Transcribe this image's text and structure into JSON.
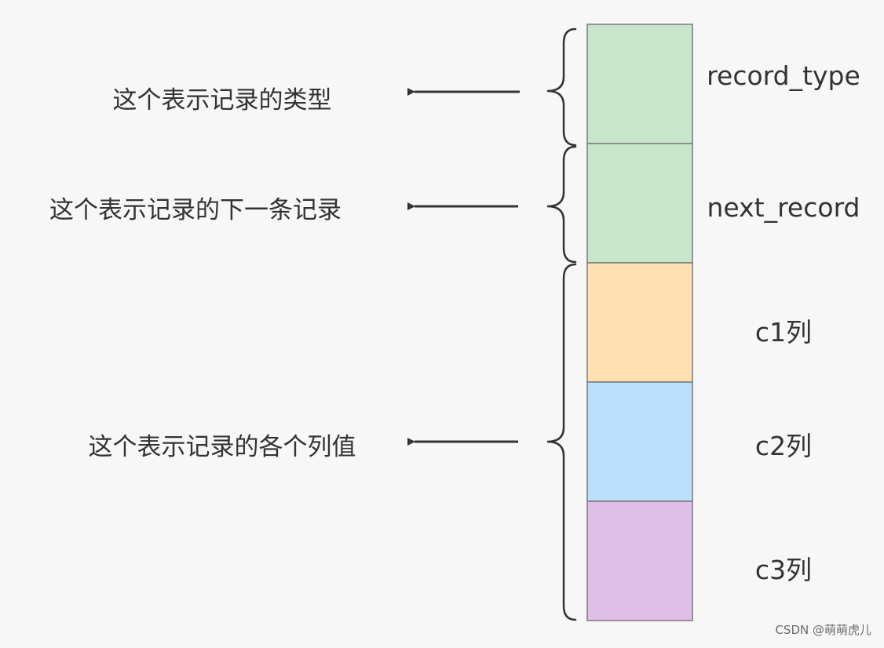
{
  "blocks": [
    {
      "label": "record_type",
      "color": "#c8e6c9"
    },
    {
      "label": "next_record",
      "color": "#c8e6c9"
    },
    {
      "label": "c1列",
      "color": "#ffe0b2"
    },
    {
      "label": "c2列",
      "color": "#bbdefb"
    },
    {
      "label": "c3列",
      "color": "#e1bee7"
    }
  ],
  "descriptions": [
    {
      "text": "这个表示记录的类型"
    },
    {
      "text": "这个表示记录的下一条记录"
    },
    {
      "text": "这个表示记录的各个列值"
    }
  ],
  "watermark": "CSDN @萌萌虎儿",
  "colors": {
    "background": "#f7f7f7",
    "stroke": "#333333",
    "block_border": "#7a7a7a"
  }
}
